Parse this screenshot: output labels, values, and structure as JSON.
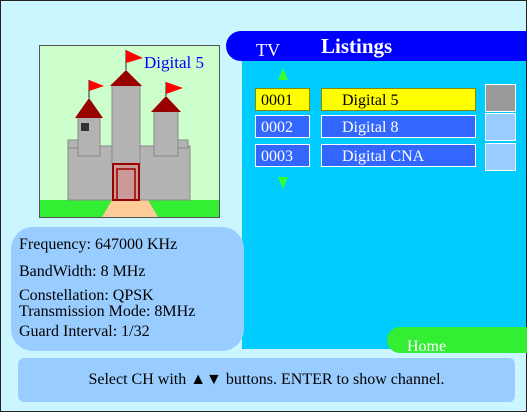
{
  "preview": {
    "channel_name": "Digital 5",
    "image_icon": "castle-icon"
  },
  "info": {
    "frequency": "Frequency: 647000 KHz",
    "bandwidth": "BandWidth: 8 MHz",
    "constellation": "Constellation: QPSK",
    "transmission_mode": "Transmission Mode: 8MHz",
    "guard_interval": "Guard Interval: 1/32"
  },
  "listings": {
    "tv_label": "TV",
    "title": "Listings",
    "channels": [
      {
        "number": "0001",
        "name": "Digital 5",
        "selected": true
      },
      {
        "number": "0002",
        "name": "Digital 8",
        "selected": false
      },
      {
        "number": "0003",
        "name": "Digital CNA",
        "selected": false
      }
    ]
  },
  "home_label": "Home",
  "help_text": "Select CH with ▲▼ buttons. ENTER to show channel.",
  "colors": {
    "background": "#ccf6ff",
    "header": "#0000ff",
    "listing_panel": "#00ccff",
    "selected": "#ffff00",
    "channel_item": "#3366ff",
    "home": "#33ee33",
    "info_panel": "#99ccff"
  }
}
